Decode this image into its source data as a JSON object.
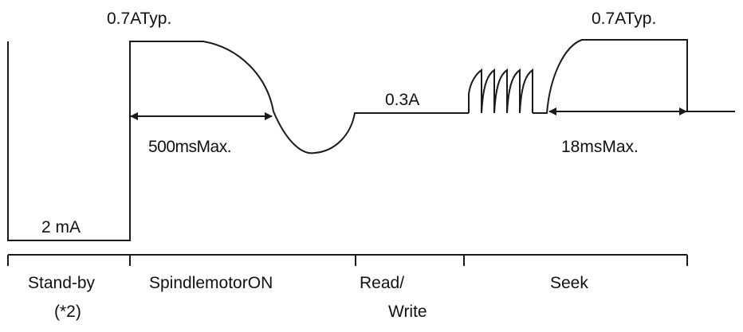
{
  "diagram": {
    "labels": {
      "peak_left": "0.7ATyp.",
      "peak_right": "0.7ATyp.",
      "standby_current": "2 mA",
      "spin_up_time": "500msMax.",
      "read_write_current": "0.3A",
      "seek_time": "18msMax."
    },
    "phases": [
      {
        "label": "Stand-by",
        "note": "(*2)"
      },
      {
        "label": "SpindlemotorON"
      },
      {
        "label": "Read/",
        "label_line2": "Write"
      },
      {
        "label": "Seek"
      }
    ],
    "colors": {
      "line": "#1a1a1a",
      "text": "#111111",
      "background": "#ffffff"
    }
  }
}
